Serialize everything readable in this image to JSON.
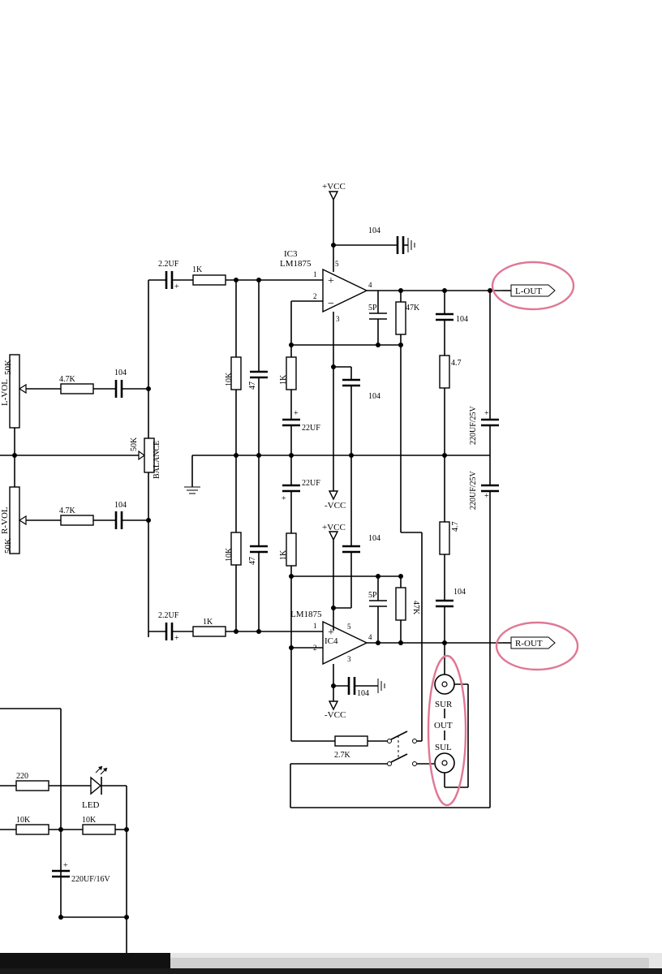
{
  "labels": {
    "vcc_top": "+VCC",
    "vcc_mid": "+VCC",
    "nvcc_mid": "-VCC",
    "nvcc_bot": "-VCC",
    "ic3": "IC3",
    "ic3_part": "LM1875",
    "ic4": "IC4",
    "ic4_part": "LM1875",
    "pin_plus": "+",
    "pin_minus": "−",
    "pin1": "1",
    "pin2": "2",
    "pin3": "3",
    "pin4": "4",
    "pin5": "5",
    "cap104": "104",
    "cap5p": "5P",
    "res47k": "47K",
    "res4_7": "4.7",
    "res1k": "1K",
    "res10k": "10K",
    "cap47": "47",
    "cap22uf": "22UF",
    "cap2_2uf": "2.2UF",
    "res4_7k": "4.7K",
    "cap220uf25v": "220UF/25V",
    "lvol": "L-VOL",
    "rvol": "R-VOL",
    "pot50k": "50K",
    "balance": "BALANCE",
    "res2_7k": "2.7K",
    "jack_sur": "SUR",
    "jack_out": "OUT",
    "jack_sul": "SUL",
    "res220": "220",
    "led": "LED",
    "cap220uf16v": "220UF/16V",
    "l_out": "L-OUT",
    "r_out": "R-OUT"
  },
  "colors": {
    "wire": "#000000",
    "highlight": "#e07795",
    "background": "#ffffff"
  }
}
